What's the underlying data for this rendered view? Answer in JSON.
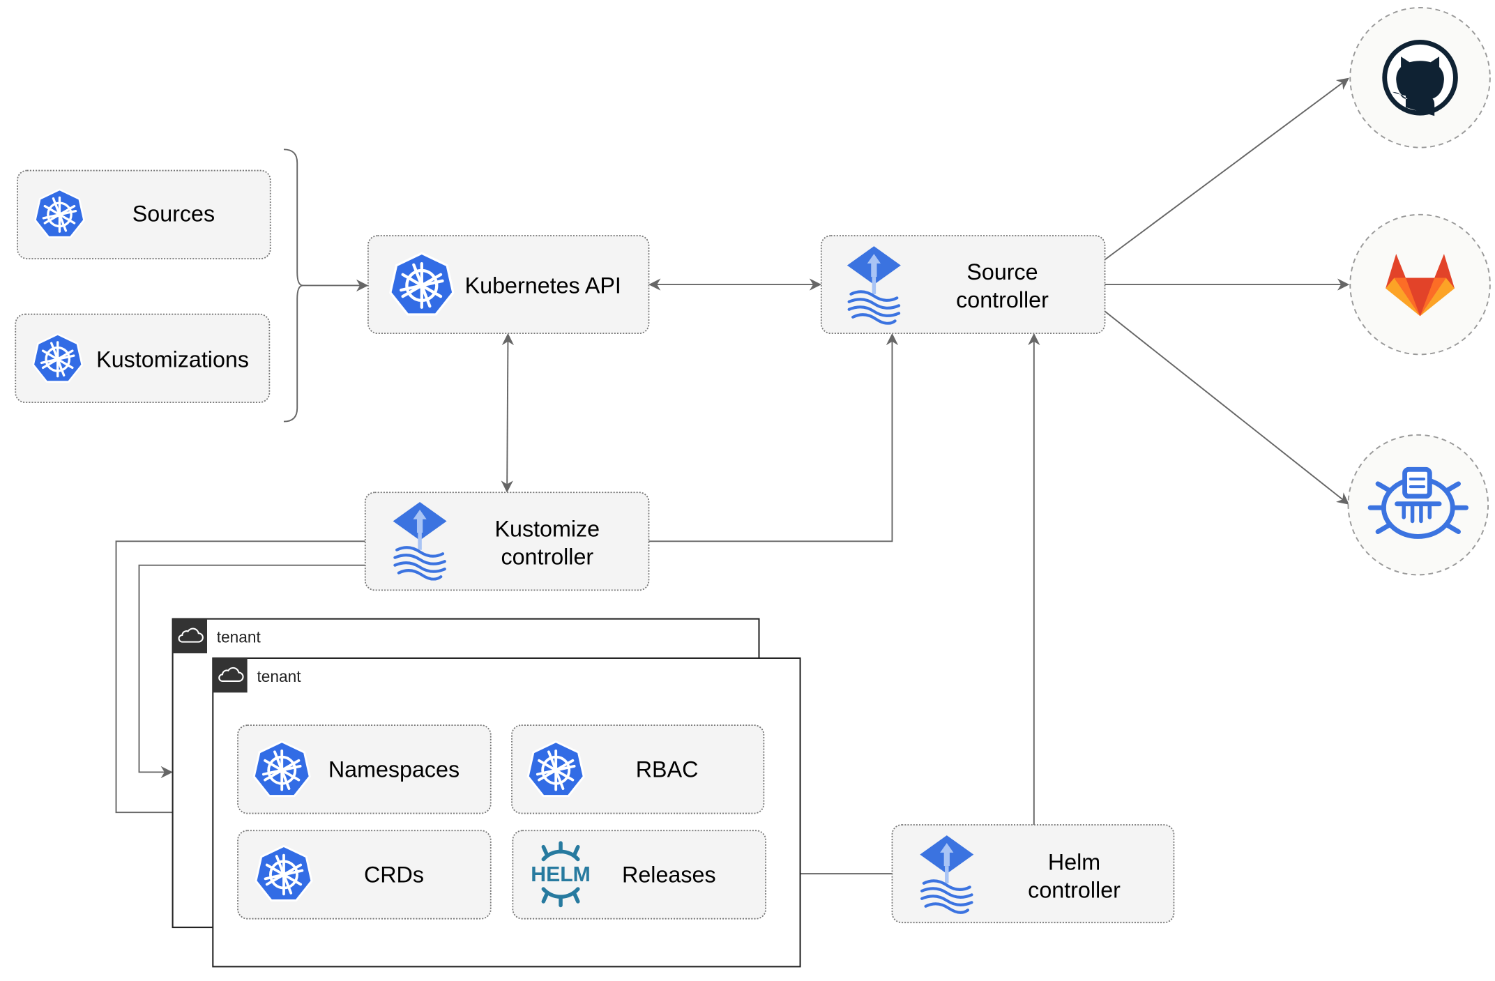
{
  "inputs": [
    {
      "label": "Sources",
      "icon": "kubernetes-icon"
    },
    {
      "label": "Kustomizations",
      "icon": "kubernetes-icon"
    }
  ],
  "kubernetes_api": {
    "label": "Kubernetes API",
    "icon": "kubernetes-icon"
  },
  "source_controller": {
    "line1": "Source",
    "line2": "controller",
    "icon": "flux-icon"
  },
  "kustomize_controller": {
    "line1": "Kustomize",
    "line2": "controller",
    "icon": "flux-icon"
  },
  "helm_controller": {
    "line1": "Helm",
    "line2": "controller",
    "icon": "flux-icon"
  },
  "external_sources": [
    {
      "icon": "github-icon"
    },
    {
      "icon": "gitlab-icon"
    },
    {
      "icon": "bucket-icon"
    }
  ],
  "tenants": [
    {
      "label": "tenant",
      "icon": "cloud-icon"
    },
    {
      "label": "tenant",
      "icon": "cloud-icon"
    }
  ],
  "tenant_resources": [
    {
      "label": "Namespaces",
      "icon": "kubernetes-icon"
    },
    {
      "label": "RBAC",
      "icon": "kubernetes-icon"
    },
    {
      "label": "CRDs",
      "icon": "kubernetes-icon"
    },
    {
      "label": "Releases",
      "icon": "helm-icon"
    }
  ],
  "helm_logo_text": "HELM",
  "colors": {
    "kubernetes_blue": "#326ce5",
    "flux_blue": "#3b73e0",
    "helm_teal": "#277a9f",
    "github_dark": "#0f2233",
    "gitlab_orange": "#e24329",
    "gitlab_light": "#fca326",
    "edge": "#666666",
    "box_fill": "#f4f4f4"
  }
}
